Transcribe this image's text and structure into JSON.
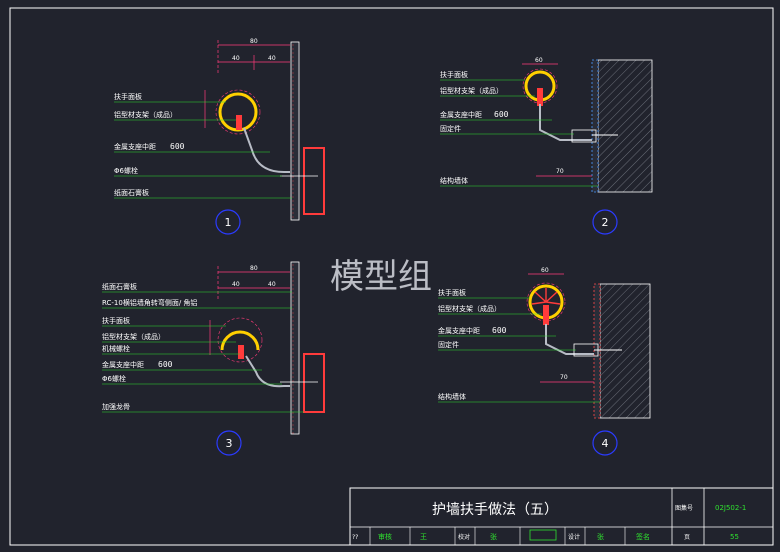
{
  "watermark": "模型组",
  "title_block": {
    "title": "护墙扶手做法（五）",
    "drawing_no_label": "图集号",
    "drawing_no": "02J502-1",
    "page_label": "页",
    "page_value": "55",
    "bottom_row": [
      "??",
      "审核",
      "王",
      "校对",
      "张",
      "设计",
      "张",
      "签名"
    ]
  },
  "details": [
    {
      "id": "1",
      "labels": [
        "扶手面板",
        "铝型材支架（成品）",
        "金属支座中距",
        "Φ6螺栓",
        "纸面石膏板"
      ],
      "spacing_value": "600",
      "dims": [
        "80",
        "40",
        "40"
      ]
    },
    {
      "id": "2",
      "labels": [
        "扶手面板",
        "铝型材支架（成品）",
        "金属支座中距",
        "固定件",
        "结构墙体"
      ],
      "spacing_value": "600",
      "dims": [
        "60",
        "70"
      ]
    },
    {
      "id": "3",
      "labels": [
        "纸面石膏板",
        "RC-10横铝墙角转弯侧面/ 角铝",
        "扶手面板",
        "铝型材支架（成品）",
        "机械螺栓",
        "金属支座中距",
        "Φ6螺栓",
        "加强龙骨"
      ],
      "spacing_value": "600",
      "dims": [
        "80",
        "40",
        "40"
      ]
    },
    {
      "id": "4",
      "labels": [
        "扶手面板",
        "铝型材支架（成品）",
        "金属支座中距",
        "固定件",
        "结构墙体"
      ],
      "spacing_value": "600",
      "dims": [
        "60",
        "70"
      ]
    }
  ],
  "colors": {
    "background": "#21232d",
    "frame": "#ffffff",
    "dimension": "#ff3b7a",
    "leader": "#2fe02f",
    "rail": "#ffd000",
    "bracket": "#ff3b3b",
    "wall_hatch": "#4b9bff",
    "circle": "#2b3bff",
    "title_block_text": "#2fe02f"
  }
}
